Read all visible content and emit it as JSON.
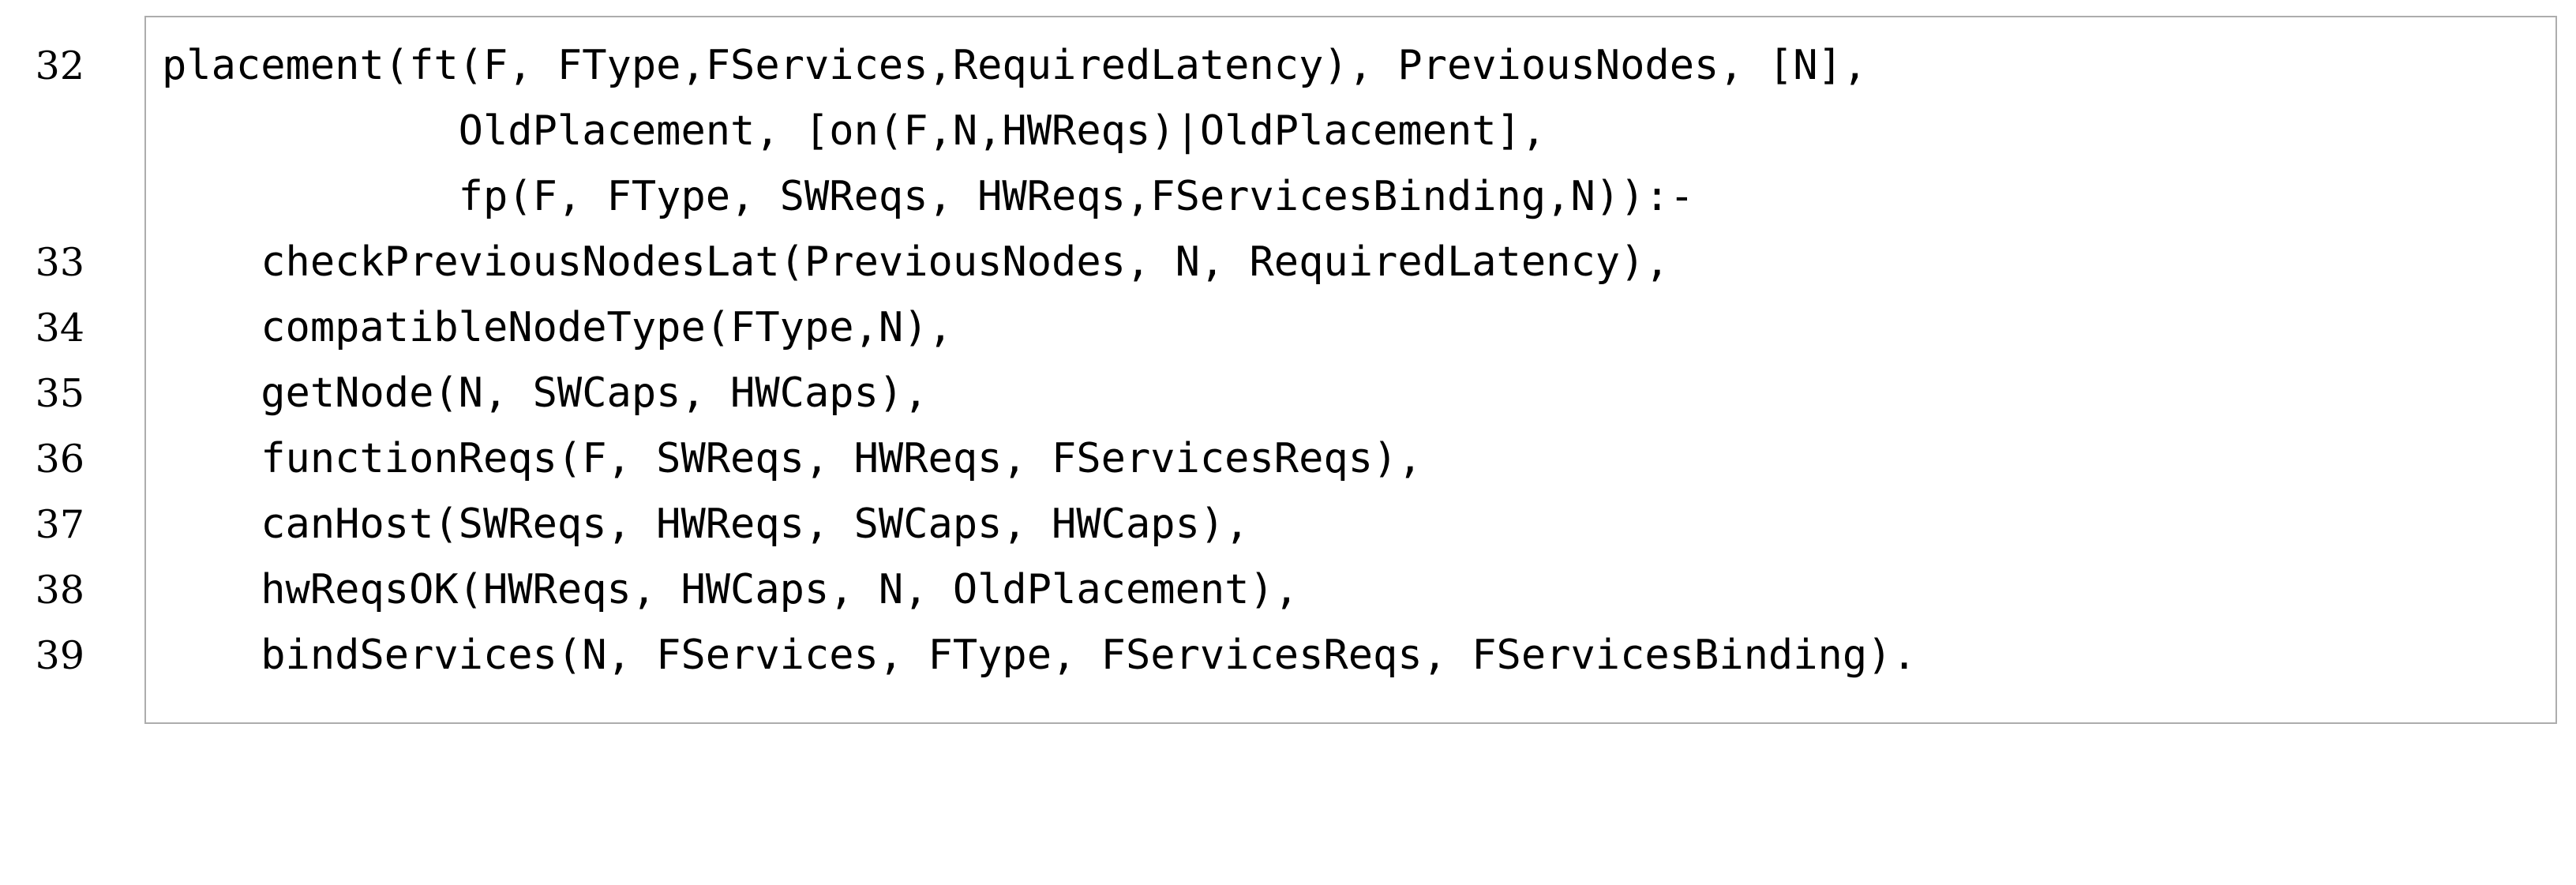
{
  "listing": {
    "language": "Prolog",
    "frame_color": "#adadad",
    "background_color": "#ffffff",
    "text_color": "#000000",
    "first_line_number": 32,
    "last_line_number": 39,
    "lines": [
      {
        "number": "32",
        "code": "placement(ft(F, FType,FServices,RequiredLatency), PreviousNodes, [N],"
      },
      {
        "number": "",
        "code": "            OldPlacement, [on(F,N,HWReqs)|OldPlacement],"
      },
      {
        "number": "",
        "code": "            fp(F, FType, SWReqs, HWReqs,FServicesBinding,N)):-"
      },
      {
        "number": "33",
        "code": "    checkPreviousNodesLat(PreviousNodes, N, RequiredLatency),"
      },
      {
        "number": "34",
        "code": "    compatibleNodeType(FType,N),"
      },
      {
        "number": "35",
        "code": "    getNode(N, SWCaps, HWCaps),"
      },
      {
        "number": "36",
        "code": "    functionReqs(F, SWReqs, HWReqs, FServicesReqs),"
      },
      {
        "number": "37",
        "code": "    canHost(SWReqs, HWReqs, SWCaps, HWCaps),"
      },
      {
        "number": "38",
        "code": "    hwReqsOK(HWReqs, HWCaps, N, OldPlacement),"
      },
      {
        "number": "39",
        "code": "    bindServices(N, FServices, FType, FServicesReqs, FServicesBinding)."
      }
    ]
  }
}
